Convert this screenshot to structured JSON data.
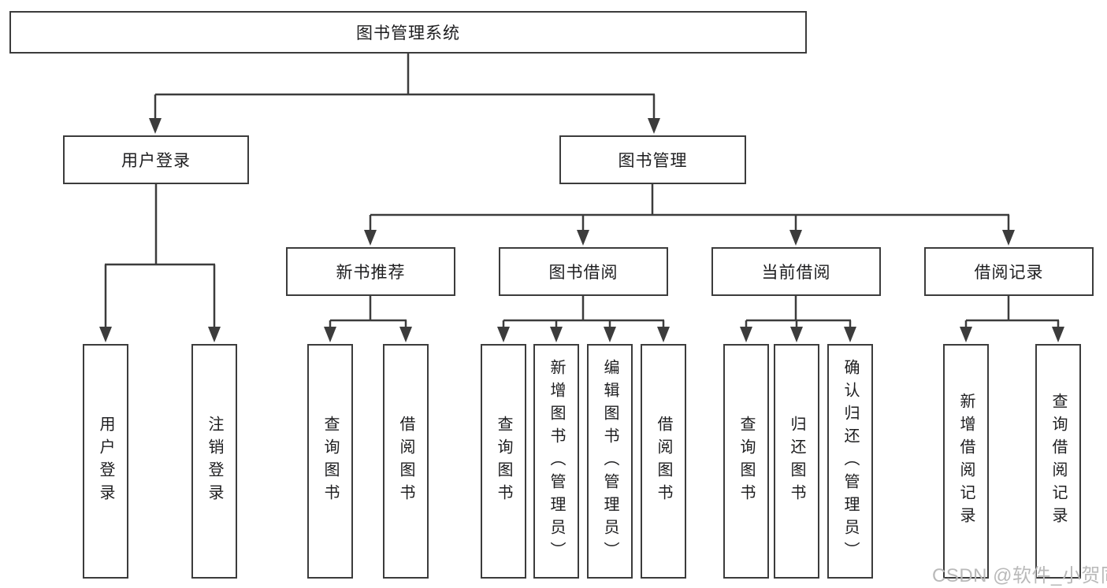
{
  "tree": {
    "label": "图书管理系统",
    "children": [
      {
        "label": "用户登录",
        "children": [
          {
            "label": "用户登录"
          },
          {
            "label": "注销登录"
          }
        ]
      },
      {
        "label": "图书管理",
        "children": [
          {
            "label": "新书推荐",
            "children": [
              {
                "label": "查询图书"
              },
              {
                "label": "借阅图书"
              }
            ]
          },
          {
            "label": "图书借阅",
            "children": [
              {
                "label": "查询图书"
              },
              {
                "label": "新增图书（管理员）"
              },
              {
                "label": "编辑图书（管理员）"
              },
              {
                "label": "借阅图书"
              }
            ]
          },
          {
            "label": "当前借阅",
            "children": [
              {
                "label": "查询图书"
              },
              {
                "label": "归还图书"
              },
              {
                "label": "确认归还（管理员）"
              }
            ]
          },
          {
            "label": "借阅记录",
            "children": [
              {
                "label": "新增借阅记录"
              },
              {
                "label": "查询借阅记录"
              }
            ]
          }
        ]
      }
    ]
  },
  "watermark": "CSDN @软件_小贺同学",
  "colors": {
    "line": "#3c3c3c",
    "text": "#1d1d1f",
    "watermark": "#b9b9b9",
    "background": "#ffffff"
  }
}
